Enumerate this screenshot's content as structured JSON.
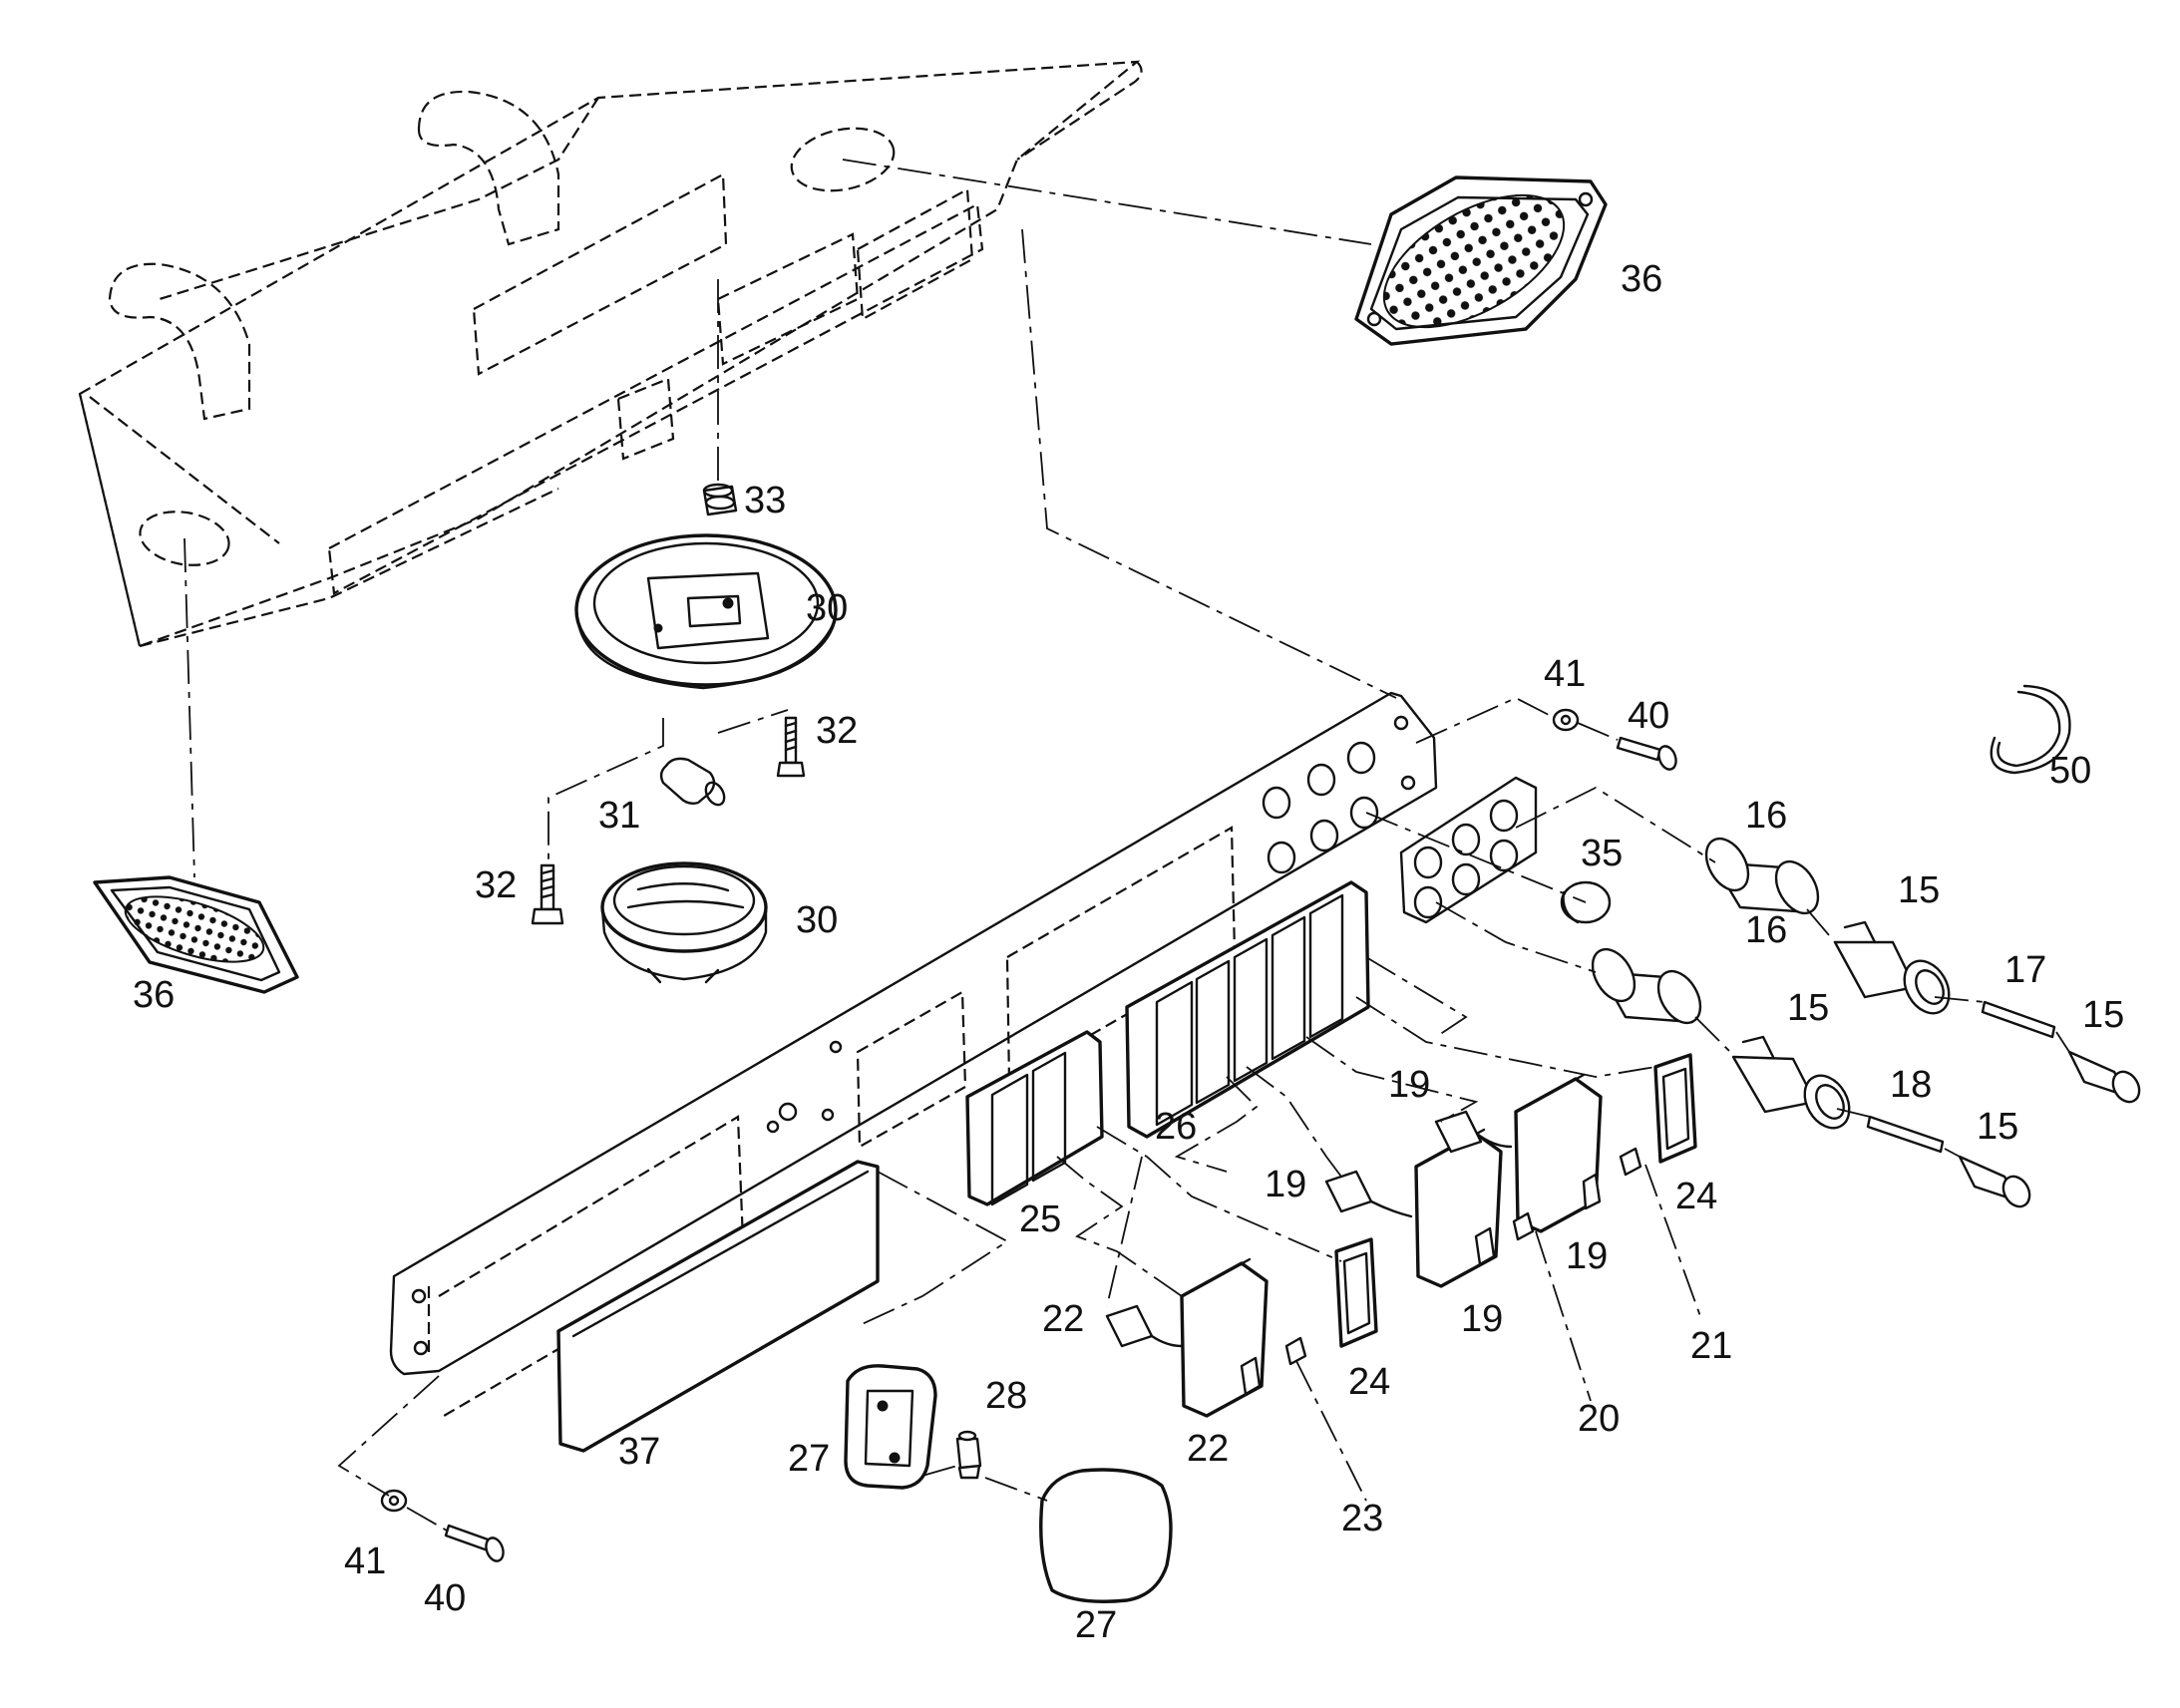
{
  "colors": {
    "line": "#111111",
    "background": "#ffffff"
  },
  "callouts": [
    {
      "id": "c36a",
      "text": "36"
    },
    {
      "id": "c36b",
      "text": "36"
    },
    {
      "id": "c33",
      "text": "33"
    },
    {
      "id": "c30a",
      "text": "30"
    },
    {
      "id": "c30b",
      "text": "30"
    },
    {
      "id": "c32a",
      "text": "32"
    },
    {
      "id": "c32b",
      "text": "32"
    },
    {
      "id": "c31",
      "text": "31"
    },
    {
      "id": "c41a",
      "text": "41"
    },
    {
      "id": "c40a",
      "text": "40"
    },
    {
      "id": "c50",
      "text": "50"
    },
    {
      "id": "c16a",
      "text": "16"
    },
    {
      "id": "c16b",
      "text": "16"
    },
    {
      "id": "c35",
      "text": "35"
    },
    {
      "id": "c15a",
      "text": "15"
    },
    {
      "id": "c15b",
      "text": "15"
    },
    {
      "id": "c15c",
      "text": "15"
    },
    {
      "id": "c15d",
      "text": "15"
    },
    {
      "id": "c17",
      "text": "17"
    },
    {
      "id": "c18",
      "text": "18"
    },
    {
      "id": "c19a",
      "text": "19"
    },
    {
      "id": "c19b",
      "text": "19"
    },
    {
      "id": "c19c",
      "text": "19"
    },
    {
      "id": "c19d",
      "text": "19"
    },
    {
      "id": "c26",
      "text": "26"
    },
    {
      "id": "c25",
      "text": "25"
    },
    {
      "id": "c24a",
      "text": "24"
    },
    {
      "id": "c24b",
      "text": "24"
    },
    {
      "id": "c21",
      "text": "21"
    },
    {
      "id": "c20",
      "text": "20"
    },
    {
      "id": "c22a",
      "text": "22"
    },
    {
      "id": "c22b",
      "text": "22"
    },
    {
      "id": "c23",
      "text": "23"
    },
    {
      "id": "c28",
      "text": "28"
    },
    {
      "id": "c27a",
      "text": "27"
    },
    {
      "id": "c27b",
      "text": "27"
    },
    {
      "id": "c37",
      "text": "37"
    },
    {
      "id": "c41b",
      "text": "41"
    },
    {
      "id": "c40b",
      "text": "40"
    }
  ]
}
